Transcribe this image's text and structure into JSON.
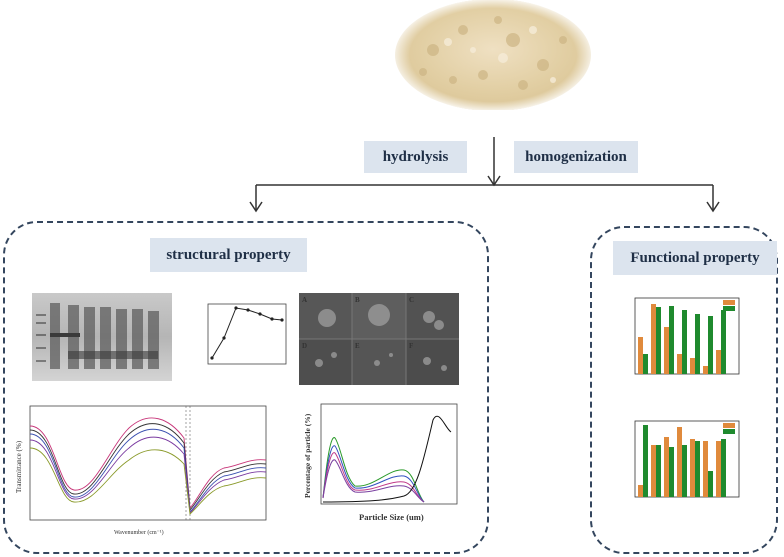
{
  "flow": {
    "hydrolysis_label": "hydrolysis",
    "homogenization_label": "homogenization"
  },
  "panels": {
    "structural_title": "structural property",
    "functional_title": "Functional property"
  },
  "figures": {
    "sem_letters": [
      "A",
      "B",
      "C",
      "D",
      "E",
      "F"
    ],
    "psd_xlabel": "Particle Size (um)",
    "psd_ylabel": "Percentage of particle (%)",
    "ftir_ylabel": "Transmittance (%)",
    "ftir_xlabel": "Wavenumber (cm⁻¹)"
  },
  "colors": {
    "panel_border": "#34465e",
    "label_bg": "#dce4ee",
    "bar_orange": "#e08a3c",
    "bar_green": "#1f8a2e"
  }
}
